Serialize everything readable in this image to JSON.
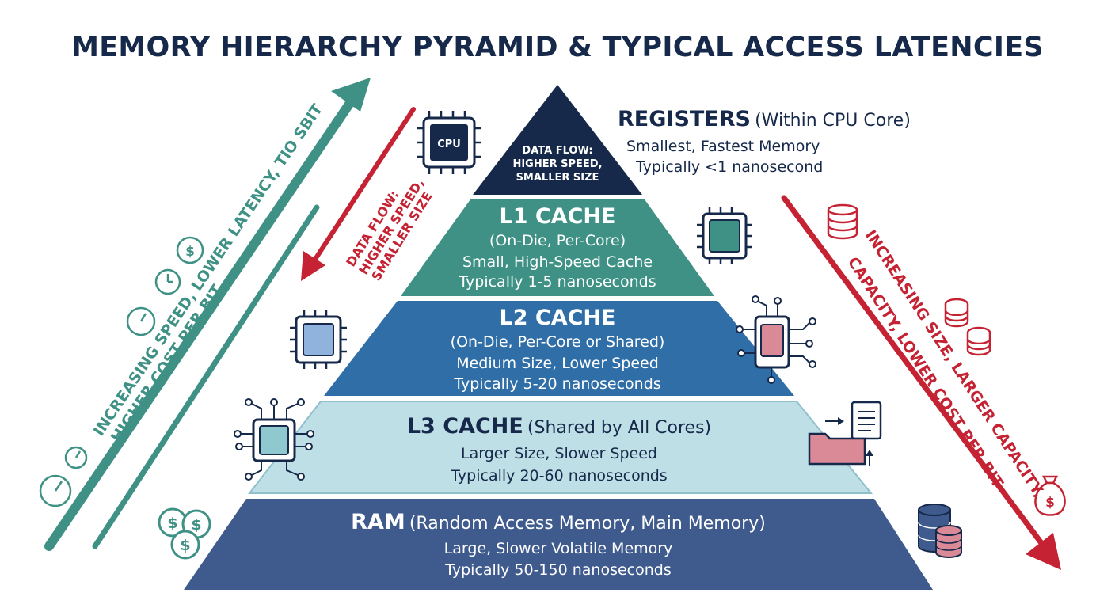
{
  "title": "MEMORY HIERARCHY PYRAMID & TYPICAL ACCESS LATENCIES",
  "colors": {
    "navy": "#16294b",
    "teal": "#3e9184",
    "l2": "#2f6ea6",
    "l3": "#bfdfe6",
    "ram": "#3f5a8c",
    "red": "#c52333"
  },
  "tiers": {
    "registers": {
      "name": "REGISTERS",
      "qualifier": "(Within CPU Core)",
      "line1": "Smallest, Fastest Memory",
      "line2": "Typically <1 nanosecond",
      "apex_line1": "DATA FLOW:",
      "apex_line2": "HIGHER SPEED,",
      "apex_line3": "SMALLER SIZE"
    },
    "l1": {
      "name": "L1 CACHE",
      "qualifier": "(On-Die, Per-Core)",
      "line1": "Small, High-Speed Cache",
      "line2": "Typically 1-5 nanoseconds"
    },
    "l2": {
      "name": "L2 CACHE",
      "qualifier": "(On-Die, Per-Core or Shared)",
      "line1": "Medium Size, Lower Speed",
      "line2": "Typically 5-20 nanoseconds"
    },
    "l3": {
      "name": "L3 CACHE",
      "qualifier": "(Shared by All Cores)",
      "line1": "Larger Size, Slower Speed",
      "line2": "Typically 20-60 nanoseconds"
    },
    "ram": {
      "name": "RAM",
      "qualifier": "(Random Access Memory, Main Memory)",
      "line1": "Large, Slower Volatile Memory",
      "line2": "Typically 50-150 nanoseconds"
    }
  },
  "arrows": {
    "left_up_line1": "INCREASING SPEED, LOWER LATENCY, TIO SBIT",
    "left_up_line2": "HIGHER COST PER BIT",
    "left_down_line1": "DATA FLOW:",
    "left_down_line2": "HIGHER SPEED,",
    "left_down_line3": "SMALLER SIZE",
    "right_down_line1": "INCREASING SIZE, LARGER CAPACITY,",
    "right_down_line2": "CAPACITY, LOWER COST PER BIT"
  },
  "icons": {
    "cpu_chip_label": "CPU",
    "dollar": "$"
  }
}
